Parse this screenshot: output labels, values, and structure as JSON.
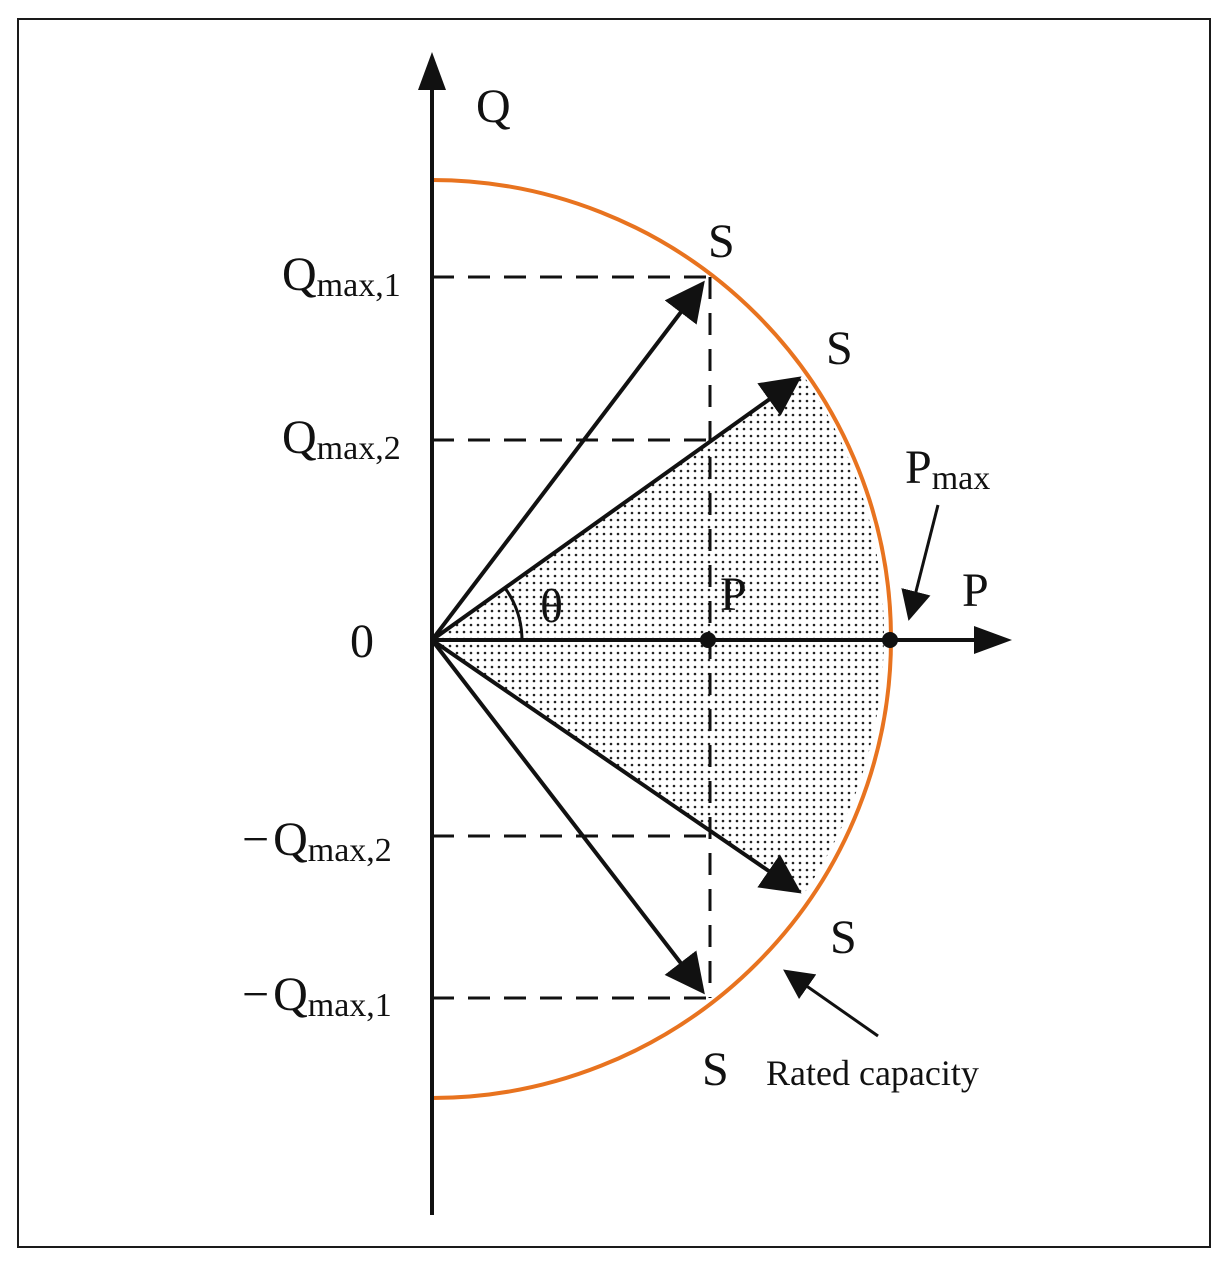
{
  "axes": {
    "q": "Q",
    "p": "P",
    "origin": "0"
  },
  "labels": {
    "q_max_1_base": "Q",
    "q_max_1_sub": "max,1",
    "q_max_2_base": "Q",
    "q_max_2_sub": "max,2",
    "neg_q_max_2_sign": "−",
    "neg_q_max_2_base": "Q",
    "neg_q_max_2_sub": "max,2",
    "neg_q_max_1_sign": "−",
    "neg_q_max_1_base": "Q",
    "neg_q_max_1_sub": "max,1",
    "s_top": "S",
    "s_upper": "S",
    "s_lower": "S",
    "s_bottom": "S",
    "p_point": "P",
    "theta": "θ",
    "p_max_base": "P",
    "p_max_sub": "max",
    "rated_capacity": "Rated capacity"
  },
  "colors": {
    "arc": "#E8731F",
    "ink": "#111111"
  }
}
